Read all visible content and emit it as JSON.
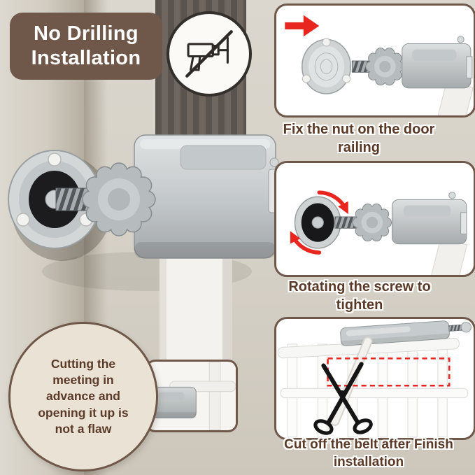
{
  "badge": {
    "line1": "No Drilling",
    "line2": "Installation"
  },
  "prohibition": {
    "icon": "no-drill-icon"
  },
  "steps": [
    {
      "index": 1,
      "caption": "Fix the nut on the door railing",
      "icons": [
        "red-arrow-icon"
      ]
    },
    {
      "index": 2,
      "caption": "Rotating the screw to tighten",
      "icons": [
        "rotation-arrows-icon"
      ]
    },
    {
      "index": 3,
      "caption": "Cut off the belt after Finish installation",
      "icons": [
        "scissors-icon",
        "dashed-highlight-box"
      ]
    }
  ],
  "note": {
    "text": "Cutting the meeting in advance and opening it up is not a flaw"
  },
  "colors": {
    "accent_brown": "#6f584a",
    "caption_brown": "#5a3a27",
    "highlight_red": "#e8251f",
    "wall_beige": "#d7d2c8",
    "panel_white": "#ffffff"
  }
}
